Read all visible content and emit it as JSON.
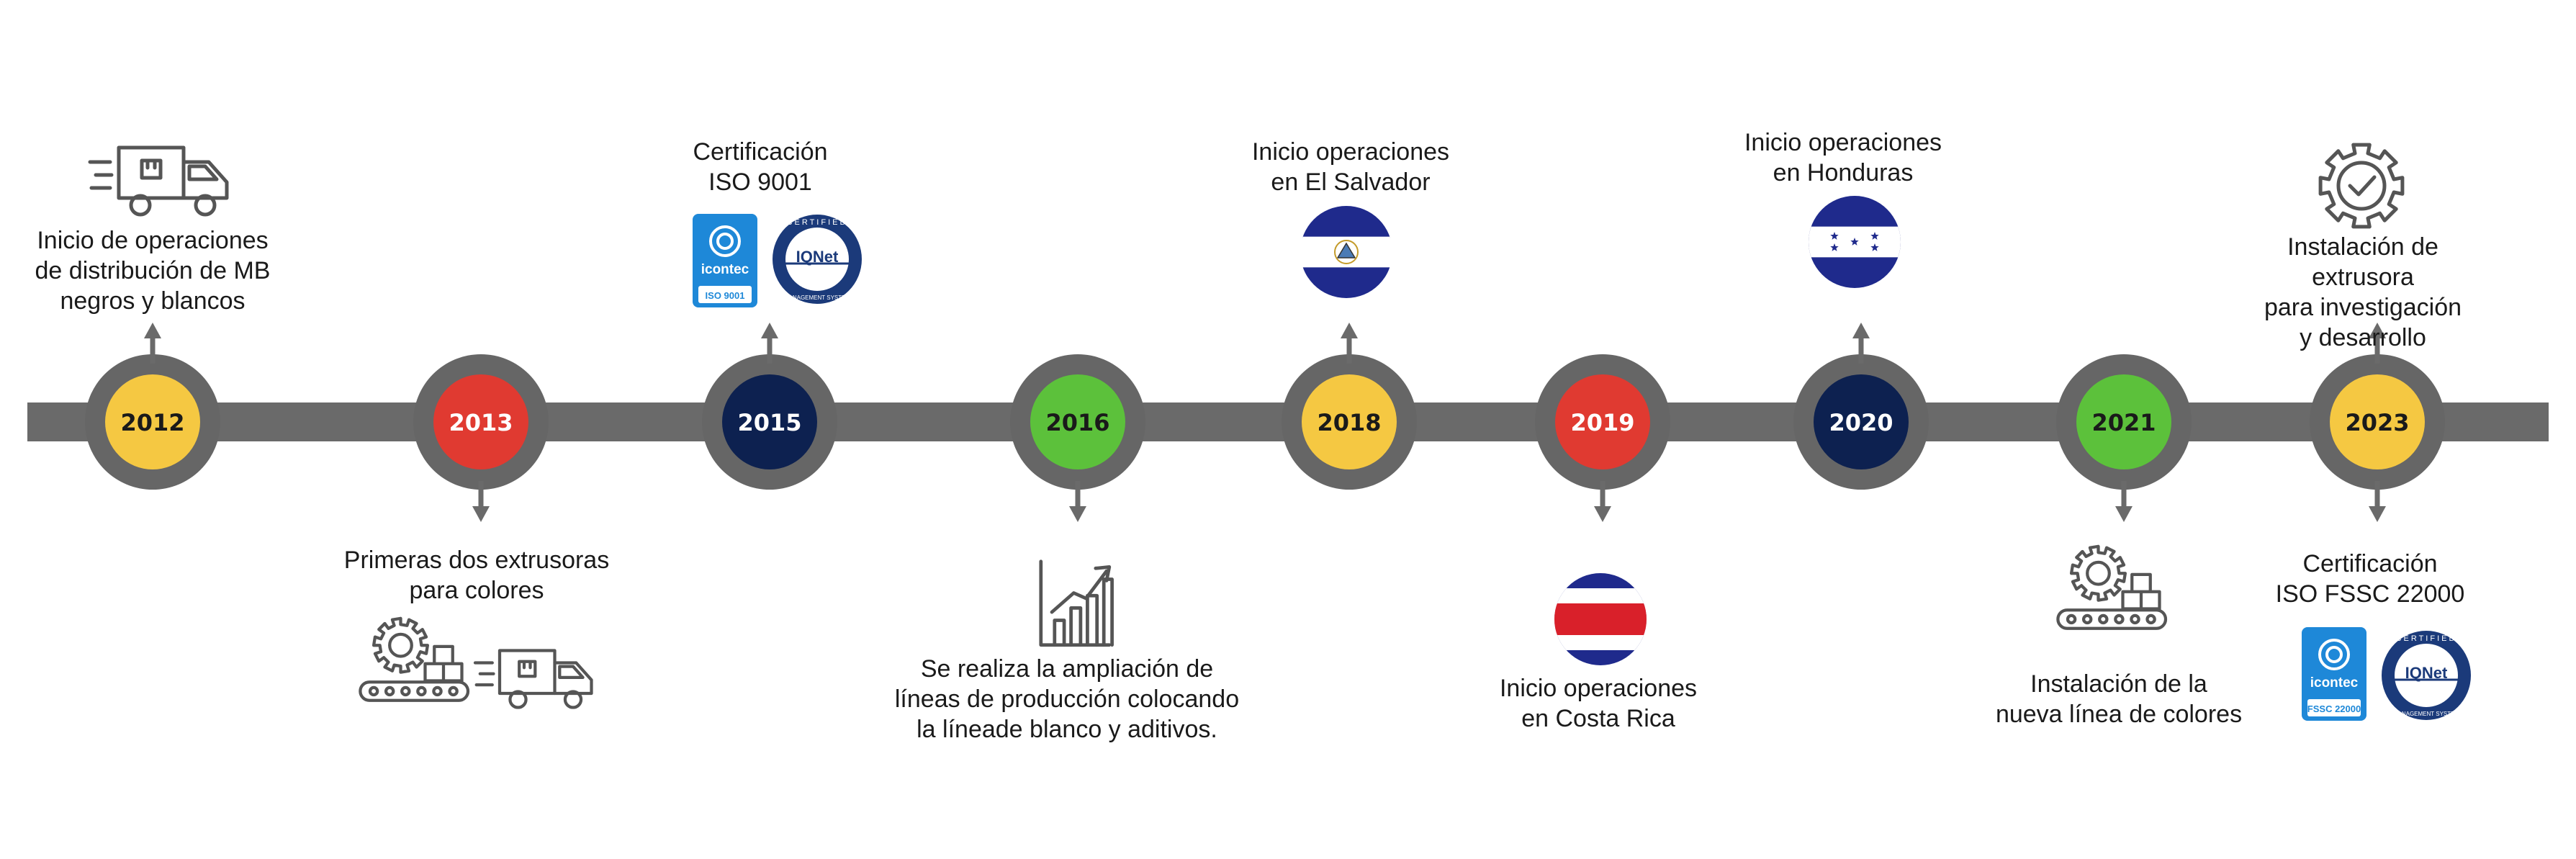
{
  "timeline": {
    "milestones": [
      {
        "year": "2012",
        "color": "#f5c842",
        "direction": "up",
        "text": "Inicio de operaciones\nde distribución de MB\nnegros y blancos",
        "icons": [
          "delivery-truck-icon"
        ]
      },
      {
        "year": "2013",
        "color": "#e03a31",
        "direction": "down",
        "text": "Primeras dos extrusoras\npara colores",
        "icons": [
          "gear-conveyor-icon",
          "delivery-truck-icon"
        ]
      },
      {
        "year": "2015",
        "color": "#0d2150",
        "direction": "up",
        "text": "Certificación\nISO 9001",
        "icons": [
          "icontec-iso-9001-logo",
          "iqnet-certified-logo"
        ],
        "icontec_label": "icontec",
        "icontec_sub": "ISO 9001",
        "iqnet_label": "IQNet",
        "iqnet_ring": "CERTIFIED",
        "iqnet_ring_bottom": "MANAGEMENT SYSTEM"
      },
      {
        "year": "2016",
        "color": "#5cc13b",
        "direction": "down",
        "text": "Se realiza la ampliación de\nlíneas de producción colocando\nla líneade blanco y aditivos.",
        "icons": [
          "growth-chart-icon"
        ]
      },
      {
        "year": "2018",
        "color": "#f5c842",
        "direction": "up",
        "text": "Inicio operaciones\nen El Salvador",
        "icons": [
          "el-salvador-flag-icon"
        ]
      },
      {
        "year": "2019",
        "color": "#e03a31",
        "direction": "down",
        "text": "Inicio operaciones\nen Costa Rica",
        "icons": [
          "costa-rica-flag-icon"
        ]
      },
      {
        "year": "2020",
        "color": "#0d2150",
        "direction": "up",
        "text": "Inicio operaciones\nen Honduras",
        "icons": [
          "honduras-flag-icon"
        ]
      },
      {
        "year": "2021",
        "color": "#5cc13b",
        "direction": "down",
        "text": "Instalación de la\nnueva línea de colores",
        "icons": [
          "gear-conveyor-icon"
        ]
      },
      {
        "year": "2023",
        "color": "#f5c842",
        "direction": "both",
        "text": "Instalación de extrusora\npara investigación y desarrollo",
        "text_below": "Certificación\nISO FSSC 22000",
        "icons": [
          "gear-check-icon"
        ],
        "icons_below": [
          "icontec-fssc-22000-logo",
          "iqnet-certified-logo"
        ],
        "icontec_label": "icontec",
        "icontec_sub": "FSSC 22000",
        "iqnet_label": "IQNet",
        "iqnet_ring": "CERTIFIED",
        "iqnet_ring_bottom": "MANAGEMENT SYSTEM"
      }
    ],
    "colors": {
      "bar": "#6a6a6a",
      "ring": "#666666",
      "year_text_dark": "#1a1a1a",
      "year_text_light": "#ffffff",
      "icon_stroke": "#555555",
      "icontec_blue": "#1e88d8",
      "iqnet_navy": "#1b3a7a"
    }
  }
}
